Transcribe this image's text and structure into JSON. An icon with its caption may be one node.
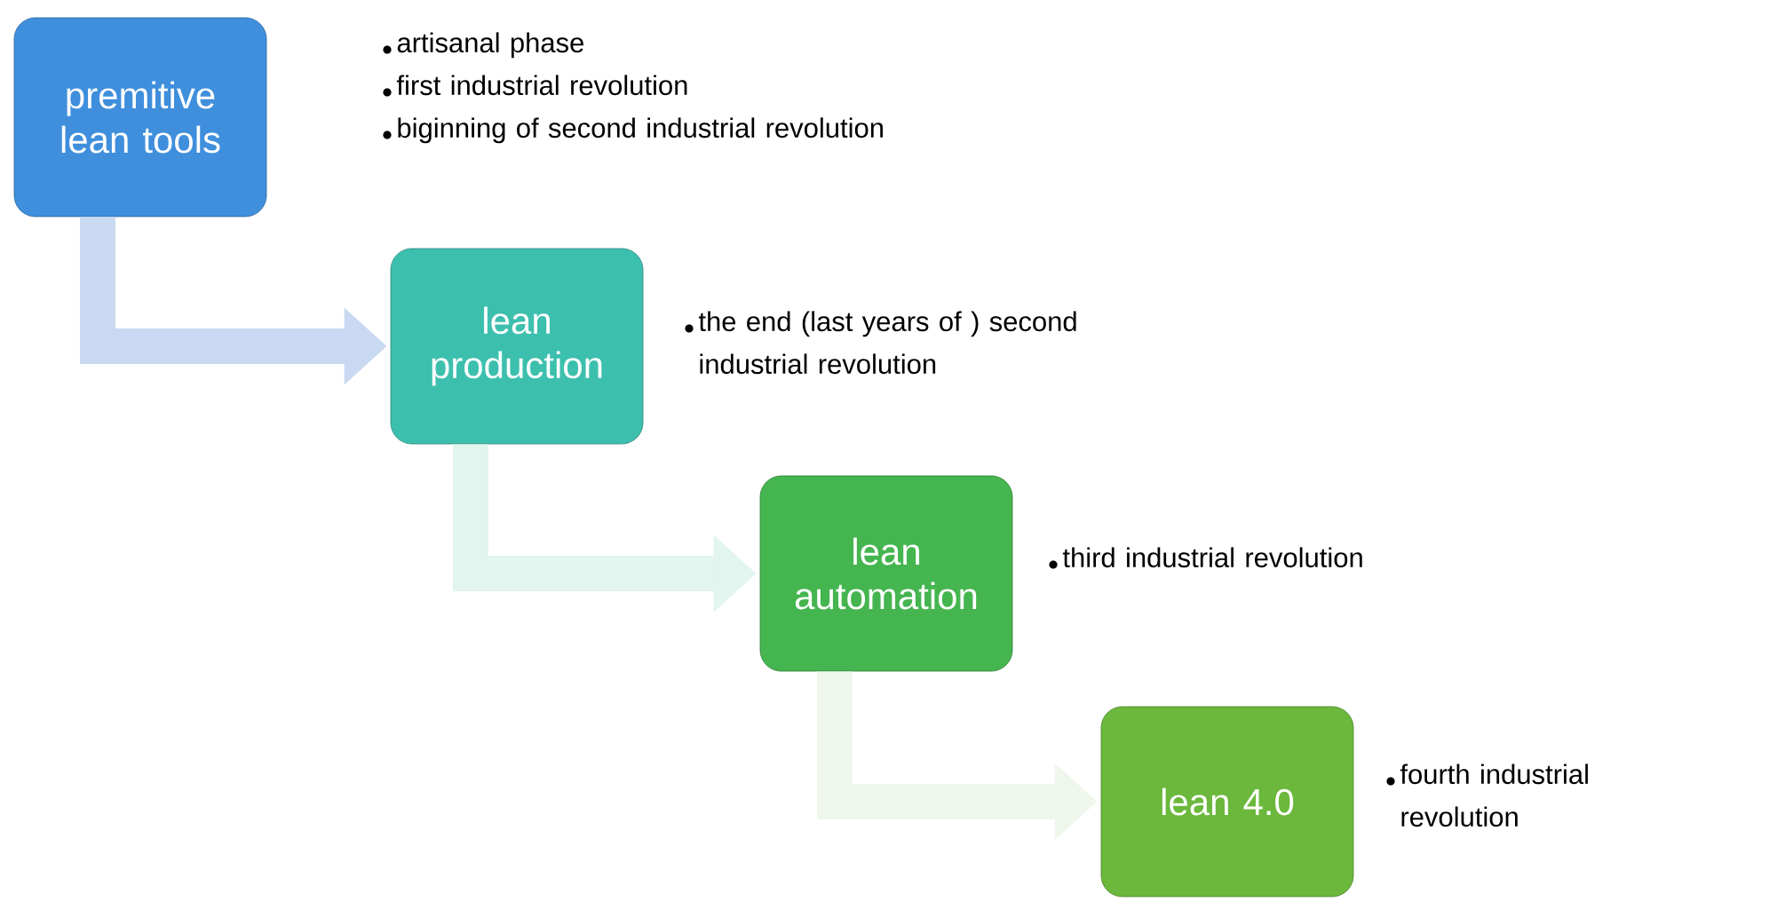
{
  "diagram": {
    "nodes": [
      {
        "text": [
          "premitive lean tools"
        ],
        "beside": [
          "artisanal phase",
          "first industrial revolution",
          "biginning of second industrial revolution"
        ]
      },
      {
        "text": [
          "lean production"
        ],
        "beside": [
          "the end (last years of ) second industrial revolution"
        ]
      },
      {
        "text": [
          "lean automation"
        ],
        "beside": [
          "third industrial revolution"
        ]
      },
      {
        "text": [
          "lean 4.0"
        ],
        "beside": [
          "fourth industrial revolution"
        ]
      }
    ],
    "edges": [
      {
        "from": 0,
        "to": 1,
        "arrow": "to",
        "color": "#c9d9f1"
      },
      {
        "from": 1,
        "to": 2,
        "arrow": "to",
        "color": "#e2f5ee"
      },
      {
        "from": 2,
        "to": 3,
        "arrow": "to",
        "color": "#eff7ec"
      }
    ]
  }
}
